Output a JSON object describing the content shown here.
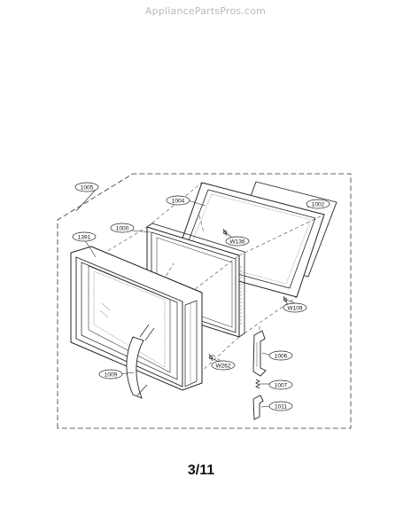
{
  "watermark": "AppliancePartsPros.com",
  "page_number": "3/11",
  "callouts": {
    "c1005": "1005",
    "c1004": "1004",
    "c1002": "1002",
    "c1000": "1000",
    "c1391": "1391",
    "w136": "W136",
    "w109": "W109",
    "w262": "W262",
    "c1006": "1006",
    "c1007": "1007",
    "c1011": "1011",
    "c1009": "1009"
  }
}
